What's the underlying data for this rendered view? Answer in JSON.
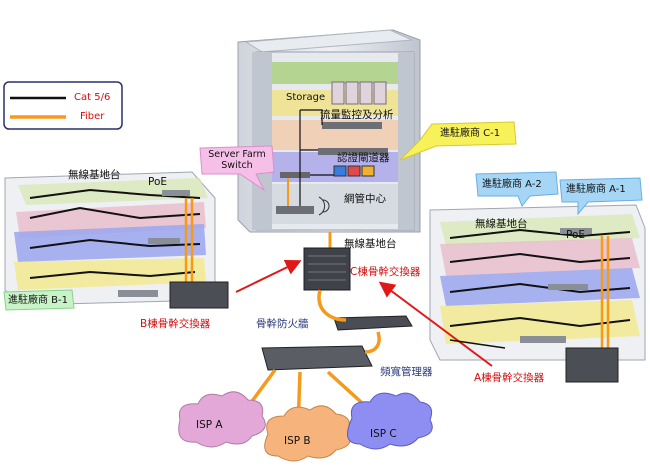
{
  "legend": {
    "items": [
      {
        "label": "Cat 5/6",
        "color": "#111111"
      },
      {
        "label": "Fiber",
        "color": "#f59a1b"
      }
    ]
  },
  "building": {
    "storage": "Storage",
    "traffic_monitor": "流量監控及分析",
    "auth_gateway": "認證閘道器",
    "nms_center": "網管中心",
    "wireless_ap": "無線基地台",
    "server_farm_switch": "Server Farm Switch"
  },
  "callouts": {
    "vendor_c1": "進駐廠商 C-1",
    "vendor_a2": "進駐廠商 A-2",
    "vendor_a1": "進駐廠商 A-1",
    "vendor_b1": "進駐廠商 B-1"
  },
  "left_building": {
    "wireless_ap": "無線基地台",
    "poe": "PoE"
  },
  "right_building": {
    "wireless_ap": "無線基地台",
    "poe": "PoE"
  },
  "core": {
    "c_backbone": "C棟骨幹交換器",
    "b_backbone": "B棟骨幹交換器",
    "a_backbone": "A棟骨幹交換器",
    "firewall": "骨幹防火牆",
    "bandwidth_manager": "頻寬管理器"
  },
  "isps": [
    {
      "label": "ISP A",
      "color": "#e3a8d8"
    },
    {
      "label": "ISP B",
      "color": "#f6b47c"
    },
    {
      "label": "ISP C",
      "color": "#8e8ef2"
    }
  ]
}
